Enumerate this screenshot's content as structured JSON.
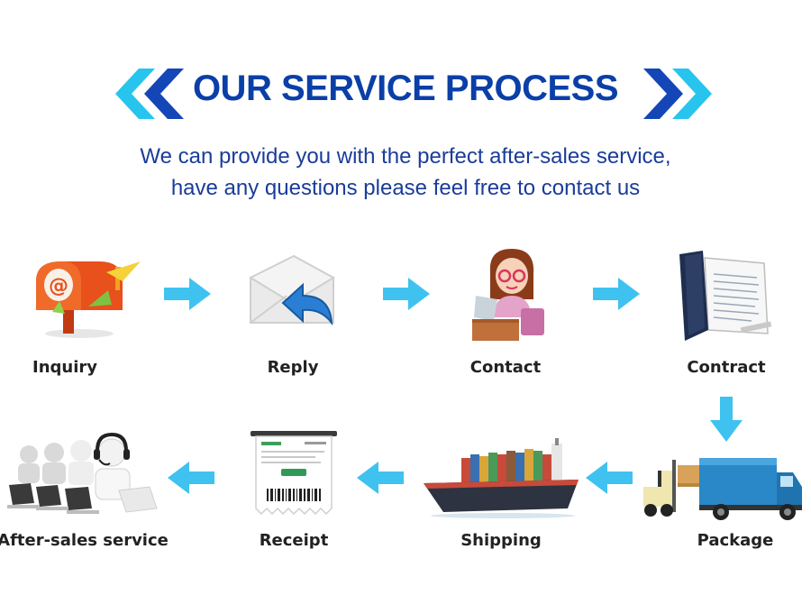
{
  "header": {
    "title": "OUR SERVICE PROCESS"
  },
  "subtitle": {
    "line1": "We can provide you with the perfect after-sales service,",
    "line2": "have any questions please feel free to contact us"
  },
  "steps": [
    {
      "label": "Inquiry",
      "icon": "mailbox-icon"
    },
    {
      "label": "Reply",
      "icon": "reply-envelope-icon"
    },
    {
      "label": "Contact",
      "icon": "person-at-laptop-icon"
    },
    {
      "label": "Contract",
      "icon": "contract-document-icon"
    },
    {
      "label": "Package",
      "icon": "truck-forklift-icon"
    },
    {
      "label": "Shipping",
      "icon": "container-ship-icon"
    },
    {
      "label": "Receipt",
      "icon": "receipt-icon"
    },
    {
      "label": "After-sales service",
      "icon": "call-center-icon"
    }
  ],
  "colors": {
    "title": "#0b3fa8",
    "subtitle": "#1a3c9a",
    "arrow": "#3fc2ef",
    "chevron_dark": "#1546b8",
    "chevron_light": "#27c5ee"
  }
}
